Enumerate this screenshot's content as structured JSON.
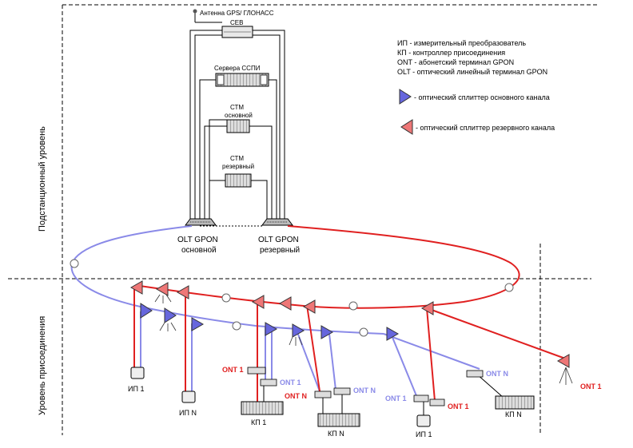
{
  "header": {
    "antenna": "Антенна GPS/ ГЛОНАСС",
    "sev": "СЕВ",
    "servers": "Сервера ССПИ",
    "stm_main_1": "СТМ",
    "stm_main_2": "основной",
    "stm_res_1": "СТМ",
    "stm_res_2": "резервный",
    "olt_main_1": "OLT GPON",
    "olt_main_2": "основной",
    "olt_res_1": "OLT GPON",
    "olt_res_2": "резервный"
  },
  "levels": {
    "substation": "Подстанционный уровень",
    "connection": "Уровень присоединения"
  },
  "legend": {
    "ip": "ИП - измерительный преобразователь",
    "kp": "КП - контроллер присоединения",
    "ont": "ONT - абонетский терминал GPON",
    "olt": "OLT - оптический линейный терминал GPON",
    "splitter_main": "- оптический сплиттер основного канала",
    "splitter_res": "- оптический сплиттер резервного канала"
  },
  "devices": {
    "ip1_a": "ИП 1",
    "ipn_a": "ИП N",
    "ont1_red_a": "ONT 1",
    "ont1_blue_a": "ONT 1",
    "kp1": "КП 1",
    "ontn_red": "ONT N",
    "ontn_blue": "ONT N",
    "kpn_a": "КП N",
    "ont1_blue_b": "ONT 1",
    "ont1_red_b": "ONT 1",
    "ip1_b": "ИП 1",
    "ontn_blue_b": "ONT N",
    "kpn_b": "КП N",
    "ont1_red_c": "ONT 1"
  },
  "colors": {
    "main": "#8a8ae8",
    "reserve": "#e02020",
    "splitter_main_fill": "#6666dd",
    "splitter_res_fill": "#ee7777"
  }
}
